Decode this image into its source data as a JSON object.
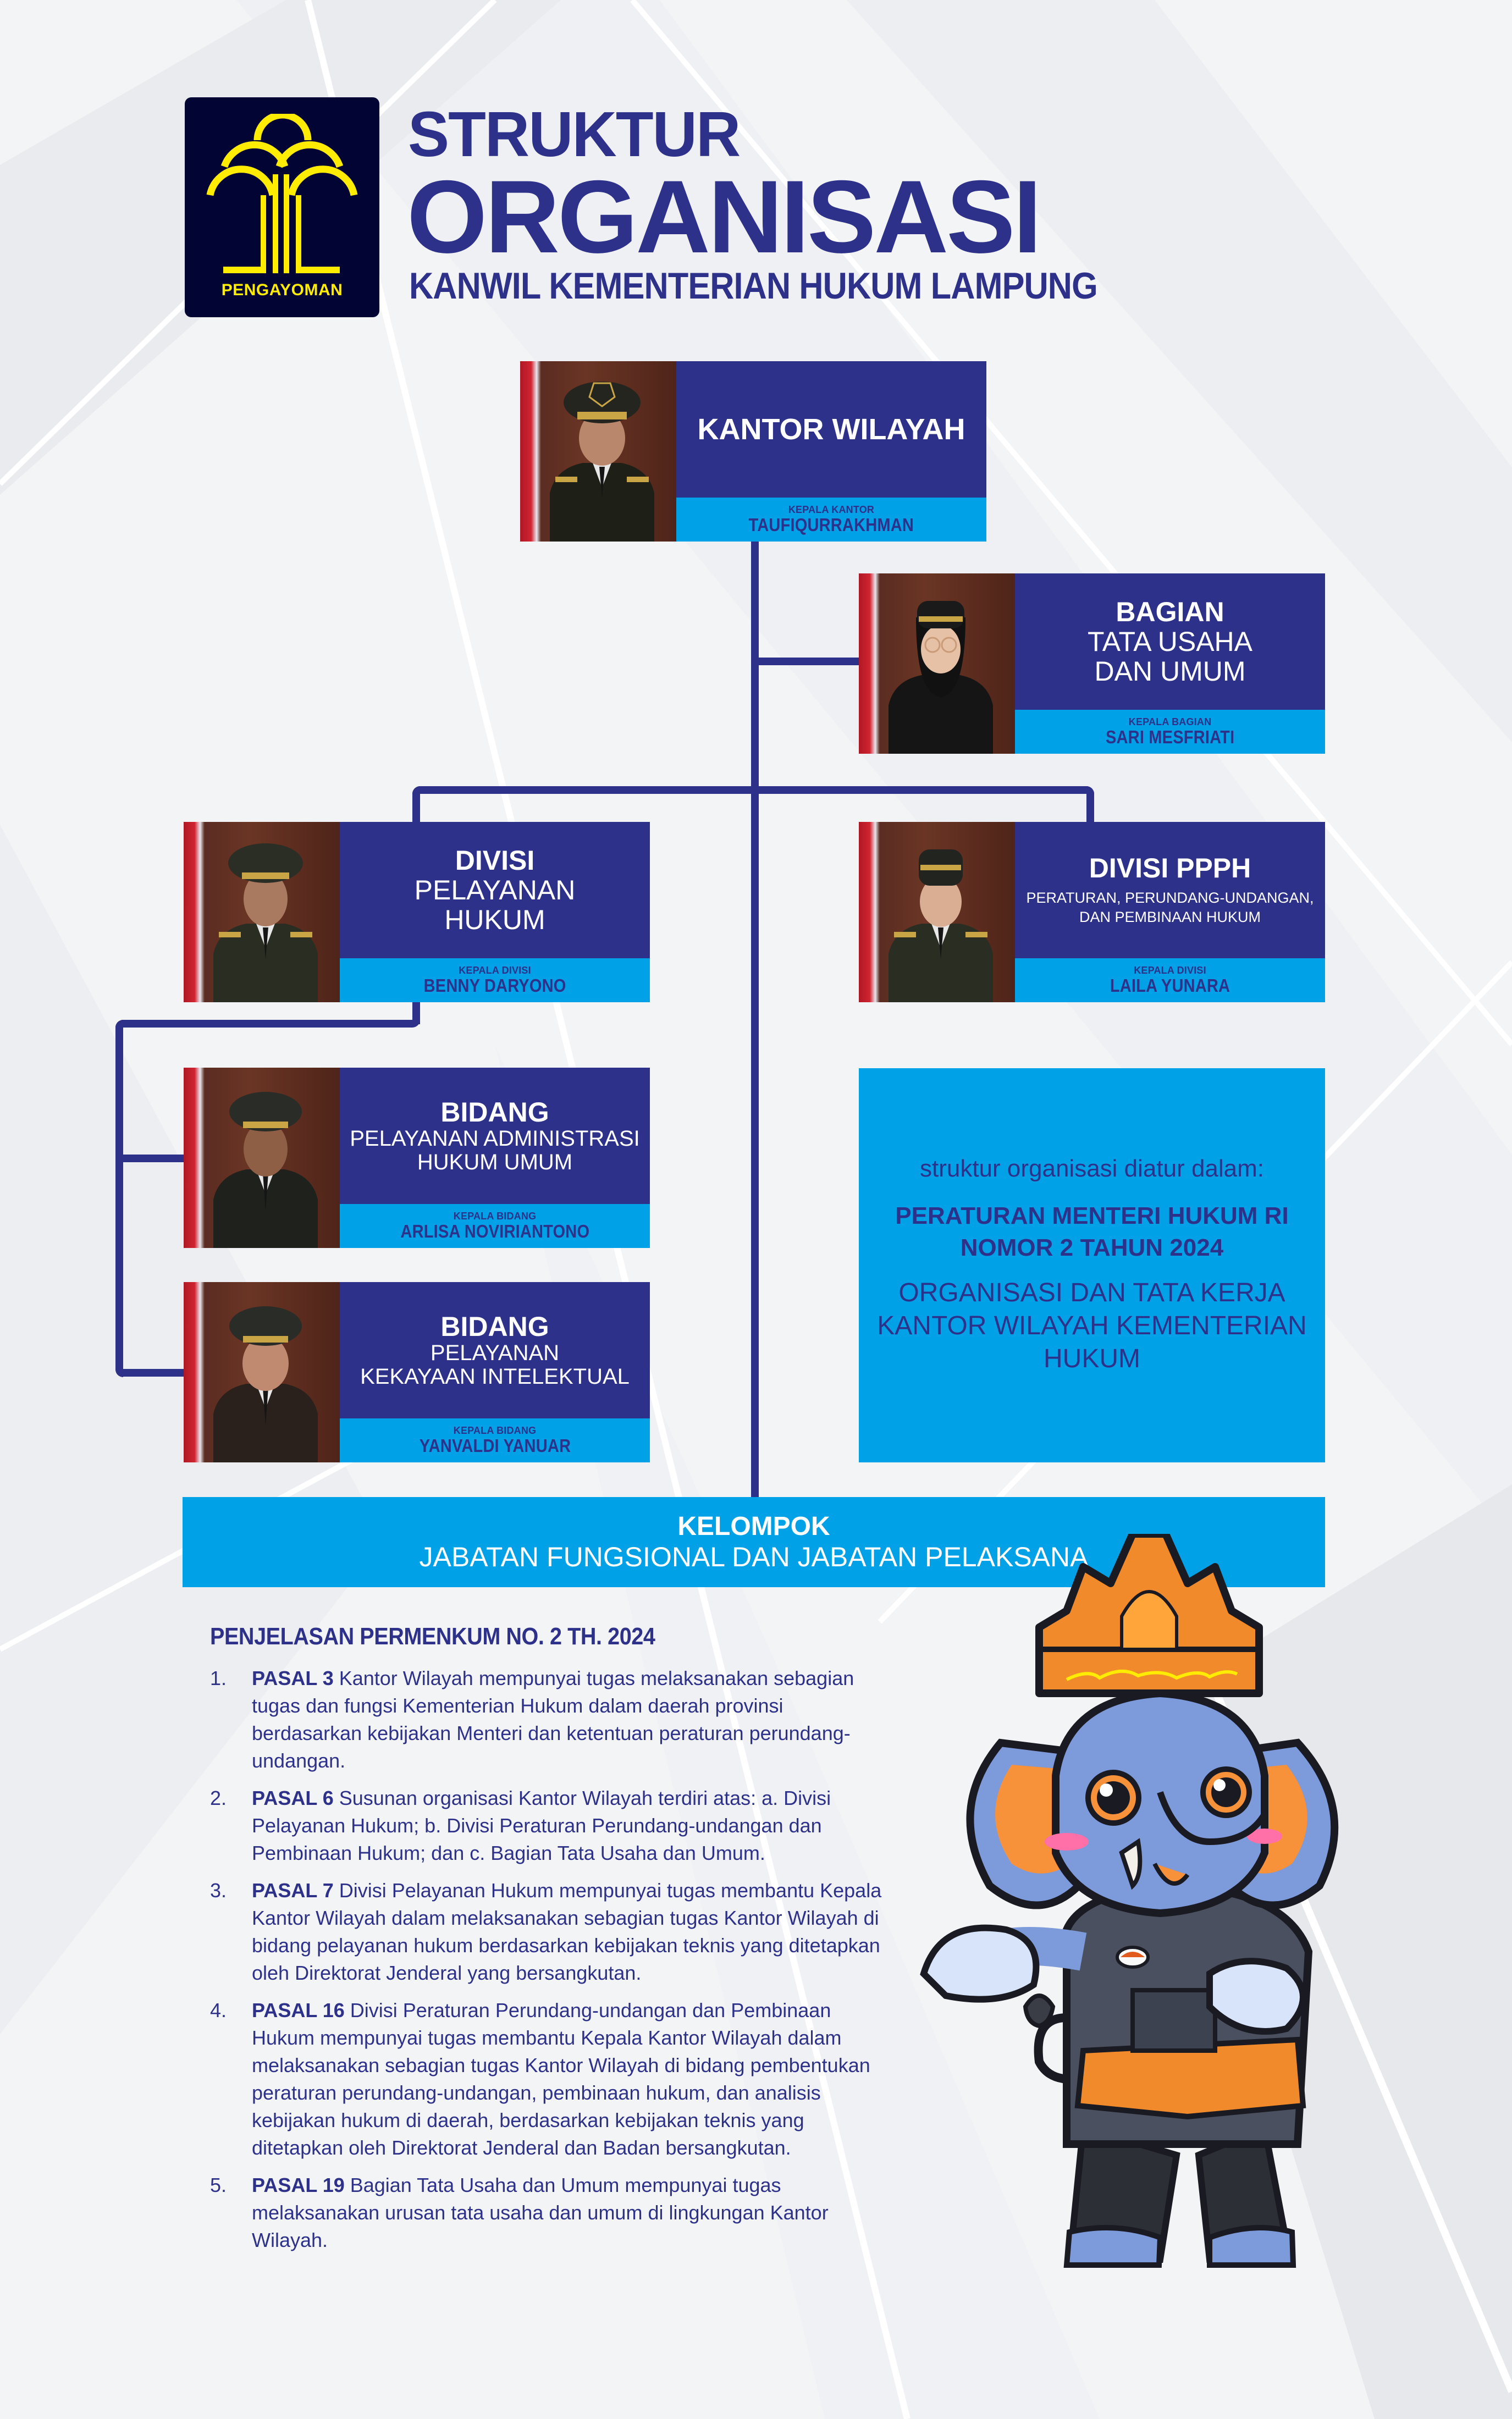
{
  "colors": {
    "navy": "#2E3189",
    "bright_blue": "#00A1E6",
    "logo_bg": "#020433",
    "logo_yellow": "#FFEC00",
    "background": "#F3F4F6"
  },
  "logo": {
    "icon": "pengayoman-tree-icon",
    "label": "PENGAYOMAN"
  },
  "header": {
    "line1": "STRUKTUR",
    "line2": "ORGANISASI",
    "line3": "KANWIL KEMENTERIAN HUKUM LAMPUNG"
  },
  "units": {
    "kantor_wilayah": {
      "title": "KANTOR WILAYAH",
      "role": "KEPALA KANTOR",
      "name": "TAUFIQURRAKHMAN"
    },
    "bagian_tu": {
      "title": "BAGIAN",
      "subtitle_1": "TATA USAHA",
      "subtitle_2": "DAN UMUM",
      "role": "KEPALA BAGIAN",
      "name": "SARI MESFRIATI"
    },
    "divisi_ph": {
      "title": "DIVISI",
      "subtitle_1": "PELAYANAN",
      "subtitle_2": "HUKUM",
      "role": "KEPALA DIVISI",
      "name": "BENNY DARYONO"
    },
    "divisi_ppph": {
      "title": "DIVISI PPPH",
      "subtitle_1": "PERATURAN, PERUNDANG-UNDANGAN,",
      "subtitle_2": "DAN PEMBINAAN HUKUM",
      "role": "KEPALA DIVISI",
      "name": "LAILA YUNARA"
    },
    "bidang_pahu": {
      "title": "BIDANG",
      "subtitle_1": "PELAYANAN ADMINISTRASI",
      "subtitle_2": "HUKUM UMUM",
      "role": "KEPALA BIDANG",
      "name": "ARLISA NOVIRIANTONO"
    },
    "bidang_ki": {
      "title": "BIDANG",
      "subtitle_1": "PELAYANAN",
      "subtitle_2": "KEKAYAAN INTELEKTUAL",
      "role": "KEPALA BIDANG",
      "name": "YANVALDI YANUAR"
    }
  },
  "info_box": {
    "intro": "struktur organisasi diatur dalam:",
    "regulation_1": "PERATURAN MENTERI HUKUM RI",
    "regulation_2": "NOMOR 2 TAHUN 2024",
    "desc_1": "ORGANISASI DAN TATA KERJA",
    "desc_2": "KANTOR WILAYAH KEMENTERIAN",
    "desc_3": "HUKUM"
  },
  "kelompok": {
    "line1": "KELOMPOK",
    "line2": "JABATAN FUNGSIONAL DAN JABATAN PELAKSANA"
  },
  "explanation": {
    "heading": "PENJELASAN PERMENKUM NO. 2 TH. 2024",
    "items": [
      {
        "num": "1.",
        "pasal": "PASAL 3",
        "text": " Kantor Wilayah mempunyai tugas melaksanakan sebagian tugas dan fungsi Kementerian Hukum dalam daerah provinsi berdasarkan kebijakan Menteri dan ketentuan peraturan perundang-undangan."
      },
      {
        "num": "2.",
        "pasal": "PASAL 6",
        "text": " Susunan organisasi Kantor Wilayah terdiri atas: a. Divisi Pelayanan Hukum; b. Divisi Peraturan Perundang-undangan dan Pembinaan Hukum; dan c. Bagian Tata Usaha dan Umum."
      },
      {
        "num": "3.",
        "pasal": "PASAL 7",
        "text": " Divisi Pelayanan Hukum mempunyai tugas membantu Kepala Kantor Wilayah dalam melaksanakan sebagian tugas Kantor Wilayah di bidang pelayanan hukum berdasarkan kebijakan teknis yang ditetapkan oleh Direktorat Jenderal yang bersangkutan."
      },
      {
        "num": "4.",
        "pasal": "PASAL 16",
        "text": " Divisi Peraturan Perundang-undangan dan Pembinaan Hukum mempunyai tugas membantu Kepala Kantor Wilayah dalam melaksanakan sebagian tugas Kantor Wilayah di bidang pembentukan peraturan perundang-undangan, pembinaan hukum, dan analisis kebijakan hukum di daerah, berdasarkan kebijakan teknis yang ditetapkan oleh Direktorat Jenderal dan Badan bersangkutan."
      },
      {
        "num": "5.",
        "pasal": "PASAL 19",
        "text": " Bagian Tata Usaha dan Umum mempunyai tugas melaksanakan urusan tata usaha dan umum di lingkungan Kantor Wilayah."
      }
    ]
  },
  "mascot": {
    "icon": "elephant-mascot-icon",
    "crown_script": "ꦗꦱꦤ"
  }
}
